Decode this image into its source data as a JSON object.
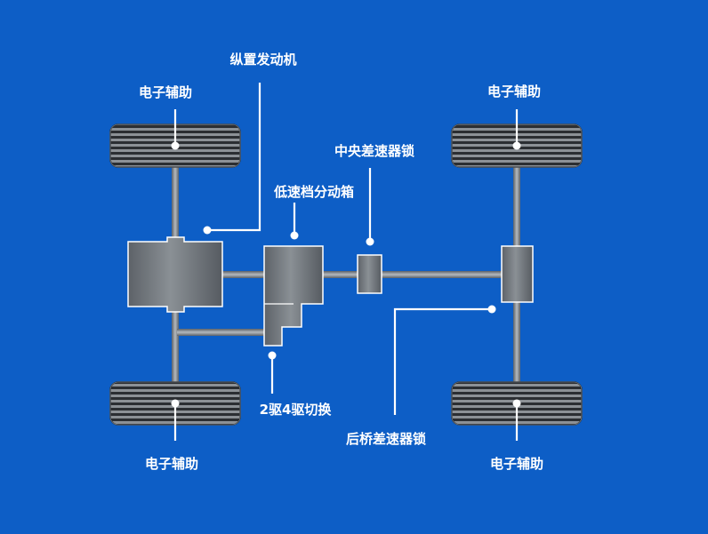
{
  "labels": {
    "wheel_front_left": "电子辅助",
    "wheel_front_right": "电子辅助",
    "wheel_rear_left": "电子辅助",
    "wheel_rear_right": "电子辅助",
    "engine": "纵置发动机",
    "transfer_case": "低速档分动箱",
    "center_diff_lock": "中央差速器锁",
    "mode_switch": "2驱4驱切换",
    "rear_diff_lock": "后桥差速器锁"
  },
  "colors": {
    "background": "#0d5ec6",
    "line": "#ffffff",
    "component_fill": "#6d7379",
    "shaft": "#8a9096",
    "tire": "#2c2f33"
  }
}
